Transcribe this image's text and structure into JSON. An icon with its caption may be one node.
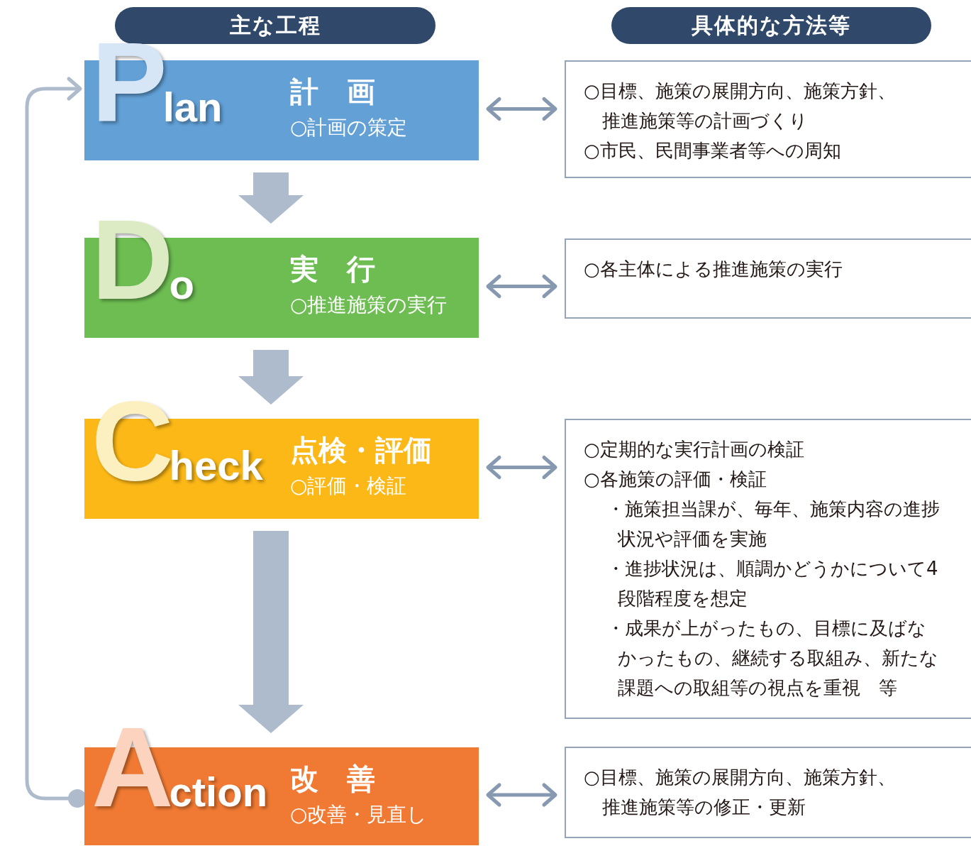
{
  "diagram": {
    "nodes": [
      {
        "text": [
          "主な工程"
        ]
      },
      {
        "text": [
          "具体的な方法等"
        ]
      },
      {
        "text": [
          "Plan",
          "計　画",
          "○計画の策定"
        ]
      },
      {
        "text": [
          "○目標、施策の展開方向、施策方針、推進施策等の計画づくり",
          "○市民、民間事業者等への周知"
        ]
      },
      {
        "text": [
          "Do",
          "実　行",
          "○推進施策の実行"
        ]
      },
      {
        "text": [
          "○各主体による推進施策の実行"
        ]
      },
      {
        "text": [
          "Check",
          "点検・評価",
          "○評価・検証"
        ]
      },
      {
        "text": [
          "○定期的な実行計画の検証",
          "○各施策の評価・検証",
          "・施策担当課が、毎年、施策内容の進捗状況や評価を実施",
          "・進捗状況は、順調かどうかについて4段階程度を想定",
          "・成果が上がったもの、目標に及ばなかったもの、継続する取組み、新たな課題への取組等の視点を重視　等"
        ]
      },
      {
        "text": [
          "Action",
          "改　善",
          "○改善・見直し"
        ]
      },
      {
        "text": [
          "○目標、施策の展開方向、施策方針、推進施策等の修正・更新"
        ]
      }
    ],
    "edges": [
      {
        "from": 2,
        "to": 4,
        "arrow": "to",
        "style": "thick",
        "color": "#aebbcc"
      },
      {
        "from": 4,
        "to": 6,
        "arrow": "to",
        "style": "thick",
        "color": "#aebbcc"
      },
      {
        "from": 6,
        "to": 8,
        "arrow": "to",
        "style": "thick",
        "color": "#aebbcc"
      },
      {
        "from": 8,
        "to": 2,
        "arrow": "to",
        "color": "#aebbcc"
      },
      {
        "from": 2,
        "to": 3,
        "arrow": "both",
        "color": "#8799b0"
      },
      {
        "from": 4,
        "to": 5,
        "arrow": "both",
        "color": "#8799b0"
      },
      {
        "from": 6,
        "to": 7,
        "arrow": "both",
        "color": "#8799b0"
      },
      {
        "from": 8,
        "to": 9,
        "arrow": "both",
        "color": "#8799b0"
      }
    ]
  }
}
